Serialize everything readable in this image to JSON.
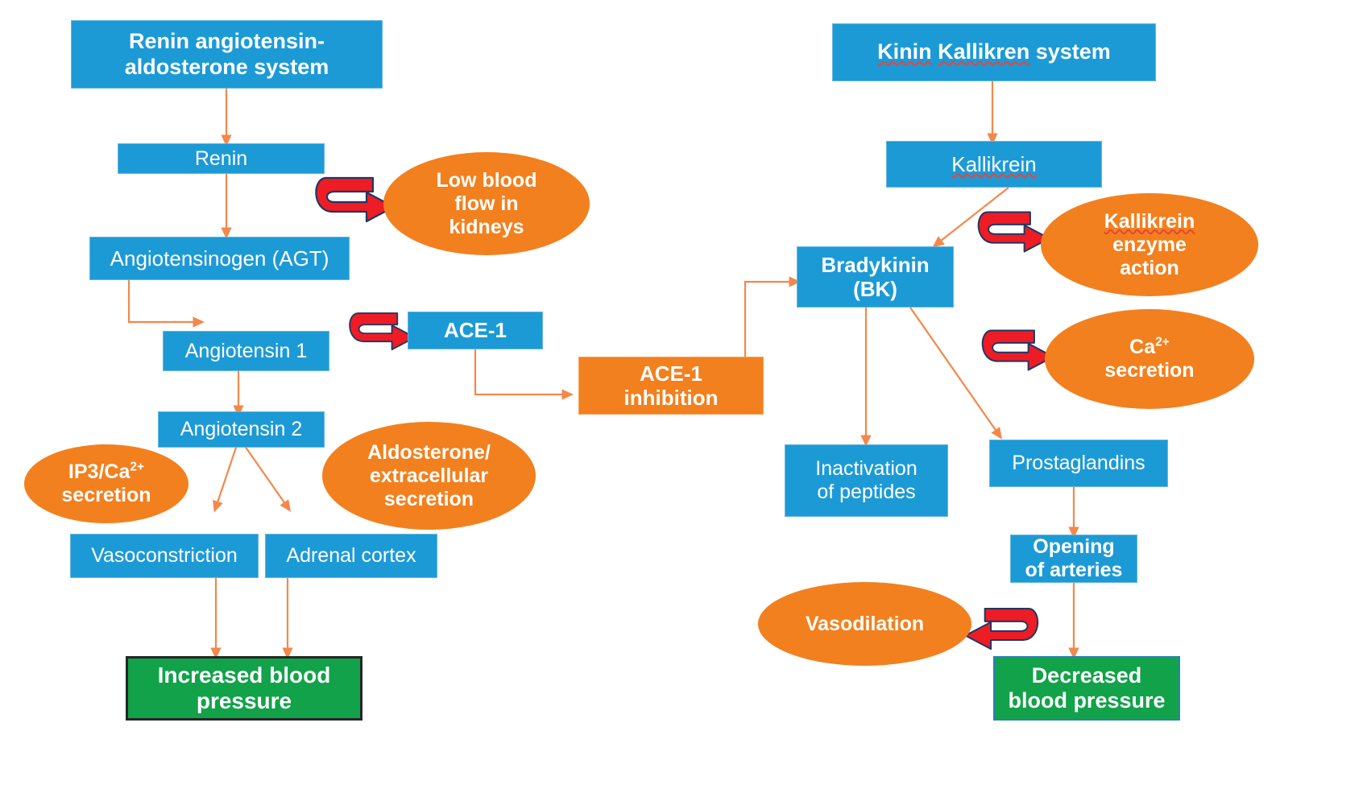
{
  "diagram": {
    "title": "Renin angiotensin-aldosterone system and Kinin Kallikren system pathways",
    "colors": {
      "blue": "#1C9AD6",
      "orange": "#F2801E",
      "green": "#12A24A",
      "arrow": "#F4884A",
      "curl_red": "#EE1C25",
      "text_white": "#FFFFFF",
      "spellcheck_red": "#E8443A"
    },
    "left_pathway": {
      "name": "Renin angiotensin-aldosterone system",
      "nodes": [
        {
          "id": "raas-header",
          "label": "Renin angiotensin-aldosterone system",
          "shape": "rect",
          "color": "blue"
        },
        {
          "id": "renin",
          "label": "Renin",
          "shape": "rect",
          "color": "blue"
        },
        {
          "id": "low-blood-flow",
          "label": "Low blood flow in kidneys",
          "shape": "ellipse",
          "color": "orange"
        },
        {
          "id": "agt",
          "label": "Angiotensinogen (AGT)",
          "shape": "rect",
          "color": "blue"
        },
        {
          "id": "angiotensin-1",
          "label": "Angiotensin 1",
          "shape": "rect",
          "color": "blue"
        },
        {
          "id": "ace-1",
          "label": "ACE-1",
          "shape": "rect",
          "color": "blue"
        },
        {
          "id": "ace-1-inhibition",
          "label": "ACE-1 inhibition",
          "shape": "rect",
          "color": "orange"
        },
        {
          "id": "angiotensin-2",
          "label": "Angiotensin 2",
          "shape": "rect",
          "color": "blue"
        },
        {
          "id": "ip3-ca-secretion",
          "label": "IP3/Ca2+ secretion",
          "shape": "ellipse",
          "color": "orange"
        },
        {
          "id": "aldosterone",
          "label": "Aldosterone/ extracellular secretion",
          "shape": "ellipse",
          "color": "orange"
        },
        {
          "id": "vasoconstriction",
          "label": "Vasoconstriction",
          "shape": "rect",
          "color": "blue"
        },
        {
          "id": "adrenal-cortex",
          "label": "Adrenal cortex",
          "shape": "rect",
          "color": "blue"
        },
        {
          "id": "increased-bp",
          "label": "Increased blood pressure",
          "shape": "rect",
          "color": "green"
        }
      ],
      "labels": {
        "raas_header_line1": "Renin angiotensin-",
        "raas_header_line2": "aldosterone system",
        "renin": "Renin",
        "low_blood_flow_line1": "Low blood",
        "low_blood_flow_line2": "flow in",
        "low_blood_flow_line3": "kidneys",
        "agt": "Angiotensinogen (AGT)",
        "angiotensin_1": "Angiotensin 1",
        "ace_1": "ACE-1",
        "ace_1_inhibition_line1": "ACE-1",
        "ace_1_inhibition_line2": "inhibition",
        "angiotensin_2": "Angiotensin 2",
        "ip3_prefix": "IP3/Ca",
        "ip3_sup": "2+",
        "ip3_line2": "secretion",
        "aldosterone_line1": "Aldosterone/",
        "aldosterone_line2": "extracellular",
        "aldosterone_line3": "secretion",
        "vasoconstriction": "Vasoconstriction",
        "adrenal_cortex": "Adrenal cortex",
        "increased_bp_line1": "Increased blood",
        "increased_bp_line2": "pressure"
      }
    },
    "right_pathway": {
      "name": "Kinin Kallikren system",
      "nodes": [
        {
          "id": "kks-header",
          "label": "Kinin Kallikren system",
          "shape": "rect",
          "color": "blue"
        },
        {
          "id": "kallikrein",
          "label": "Kallikrein",
          "shape": "rect",
          "color": "blue"
        },
        {
          "id": "bradykinin",
          "label": "Bradykinin (BK)",
          "shape": "rect",
          "color": "blue"
        },
        {
          "id": "kallikrein-enzyme-action",
          "label": "Kallikrein enzyme action",
          "shape": "ellipse",
          "color": "orange"
        },
        {
          "id": "ca-secretion",
          "label": "Ca2+ secretion",
          "shape": "ellipse",
          "color": "orange"
        },
        {
          "id": "inactivation-peptides",
          "label": "Inactivation of peptides",
          "shape": "rect",
          "color": "blue"
        },
        {
          "id": "prostaglandins",
          "label": "Prostaglandins",
          "shape": "rect",
          "color": "blue"
        },
        {
          "id": "opening-arteries",
          "label": "Opening of arteries",
          "shape": "rect",
          "color": "blue"
        },
        {
          "id": "vasodilation",
          "label": "Vasodilation",
          "shape": "ellipse",
          "color": "orange"
        },
        {
          "id": "decreased-bp",
          "label": "Decreased blood pressure",
          "shape": "rect",
          "color": "green"
        }
      ],
      "labels": {
        "kks_header_spell1": "Kinin",
        "kks_header_spell2": "Kallikren",
        "kks_header_rest": "system",
        "kallikrein": "Kallikrein",
        "bradykinin_line1": "Bradykinin",
        "bradykinin_line2": "(BK)",
        "kallikrein_enzyme_line1": "Kallikrein",
        "kallikrein_enzyme_line2": "enzyme",
        "kallikrein_enzyme_line3": "action",
        "ca_prefix": "Ca",
        "ca_sup": "2+",
        "ca_line2": "secretion",
        "inactivation_line1": "Inactivation",
        "inactivation_line2": "of peptides",
        "prostaglandins": "Prostaglandins",
        "opening_line1": "Opening",
        "opening_line2": "of arteries",
        "vasodilation": "Vasodilation",
        "decreased_bp_line1": "Decreased",
        "decreased_bp_line2": "blood pressure"
      }
    },
    "connections": [
      {
        "from": "raas-header",
        "to": "renin",
        "style": "straight-down"
      },
      {
        "from": "renin",
        "to": "agt",
        "style": "straight-down"
      },
      {
        "from": "agt",
        "to": "angiotensin-1",
        "style": "elbow"
      },
      {
        "from": "angiotensin-1",
        "to": "angiotensin-2",
        "style": "straight-down"
      },
      {
        "from": "ace-1",
        "to": "ace-1-inhibition",
        "style": "elbow"
      },
      {
        "from": "angiotensin-2",
        "to": "vasoconstriction",
        "style": "diagonal"
      },
      {
        "from": "angiotensin-2",
        "to": "adrenal-cortex",
        "style": "diagonal"
      },
      {
        "from": "vasoconstriction",
        "to": "increased-bp",
        "style": "straight-down"
      },
      {
        "from": "adrenal-cortex",
        "to": "increased-bp",
        "style": "straight-down"
      },
      {
        "from": "ace-1-inhibition",
        "to": "bradykinin",
        "style": "elbow"
      },
      {
        "from": "kks-header",
        "to": "kallikrein",
        "style": "straight-down"
      },
      {
        "from": "kallikrein",
        "to": "bradykinin",
        "style": "diagonal"
      },
      {
        "from": "bradykinin",
        "to": "inactivation-peptides",
        "style": "straight-down"
      },
      {
        "from": "bradykinin",
        "to": "prostaglandins",
        "style": "diagonal"
      },
      {
        "from": "prostaglandins",
        "to": "opening-arteries",
        "style": "straight-down"
      },
      {
        "from": "opening-arteries",
        "to": "decreased-bp",
        "style": "straight-down"
      }
    ],
    "curl_arrows": [
      {
        "id": "curl-low-blood-flow",
        "points_to": "low-blood-flow",
        "direction": "right"
      },
      {
        "id": "curl-ace-1",
        "points_to": "ace-1",
        "direction": "right"
      },
      {
        "id": "curl-kallikrein-enzyme",
        "points_to": "kallikrein-enzyme-action",
        "direction": "right"
      },
      {
        "id": "curl-ca-secretion",
        "points_to": "ca-secretion",
        "direction": "right"
      },
      {
        "id": "curl-vasodilation",
        "points_to": "vasodilation",
        "direction": "left"
      }
    ]
  }
}
